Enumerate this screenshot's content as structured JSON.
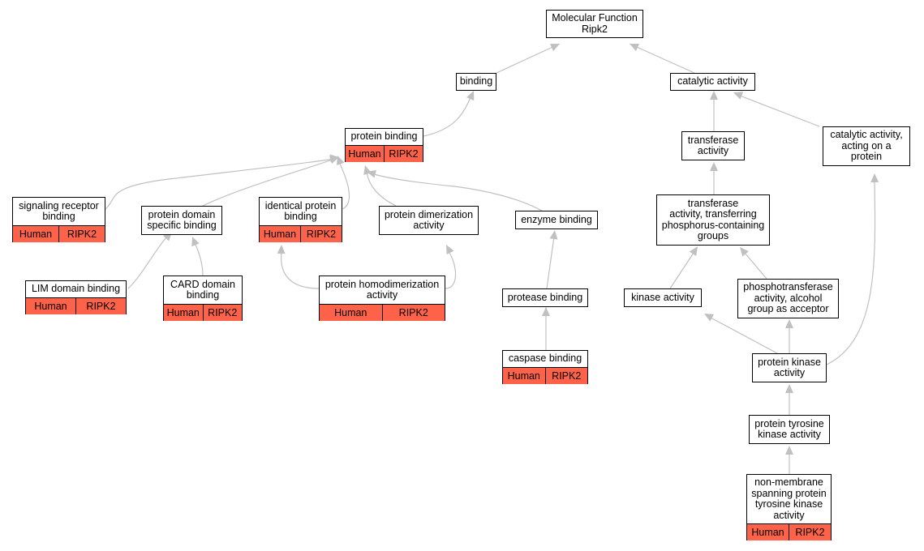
{
  "colors": {
    "annotation": "#fe634a",
    "edge": "#c0c0c0",
    "border": "#000000"
  },
  "nodes": {
    "root": {
      "label": "Molecular Function\nRipk2"
    },
    "binding": {
      "label": "binding"
    },
    "catalytic": {
      "label": "catalytic activity"
    },
    "protbind": {
      "label": "protein binding",
      "species": "Human",
      "gene": "RIPK2"
    },
    "transferase": {
      "label": "transferase\nactivity"
    },
    "catprot": {
      "label": "catalytic activity,\nacting on a\nprotein"
    },
    "sigrec": {
      "label": "signaling receptor\nbinding",
      "species": "Human",
      "gene": "RIPK2"
    },
    "domspec": {
      "label": "protein domain\nspecific binding"
    },
    "identical": {
      "label": "identical protein\nbinding",
      "species": "Human",
      "gene": "RIPK2"
    },
    "dimer": {
      "label": "protein dimerization\nactivity"
    },
    "enzyme": {
      "label": "enzyme binding"
    },
    "transphos": {
      "label": "transferase\nactivity, transferring\nphosphorus-containing\ngroups"
    },
    "lim": {
      "label": "LIM domain binding",
      "species": "Human",
      "gene": "RIPK2"
    },
    "card": {
      "label": "CARD domain\nbinding",
      "species": "Human",
      "gene": "RIPK2"
    },
    "homodimer": {
      "label": "protein homodimerization\nactivity",
      "species": "Human",
      "gene": "RIPK2"
    },
    "protease": {
      "label": "protease binding"
    },
    "kinase": {
      "label": "kinase activity"
    },
    "phosphoalc": {
      "label": "phosphotransferase\nactivity, alcohol\ngroup as acceptor"
    },
    "caspase": {
      "label": "caspase binding",
      "species": "Human",
      "gene": "RIPK2"
    },
    "protkinase": {
      "label": "protein kinase\nactivity"
    },
    "tyrkinase": {
      "label": "protein tyrosine\nkinase activity"
    },
    "nonmembrane": {
      "label": "non-membrane\nspanning protein\ntyrosine kinase\nactivity",
      "species": "Human",
      "gene": "RIPK2"
    }
  }
}
